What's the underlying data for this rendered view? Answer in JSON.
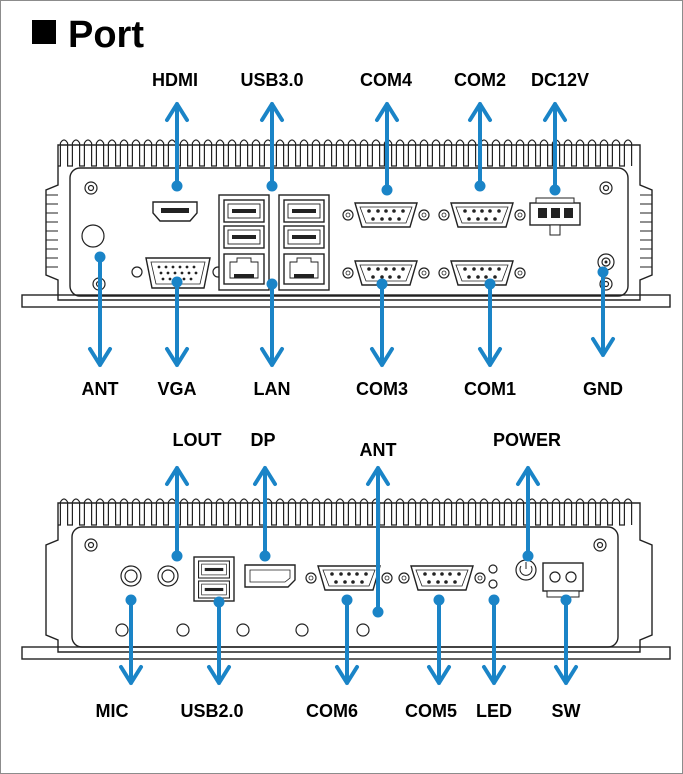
{
  "title": "Port",
  "colors": {
    "arrow": "#1a84c7",
    "outline": "#222222",
    "frame": "#8c8c8c"
  },
  "rear_panel": {
    "top_labels": [
      "HDMI",
      "USB3.0",
      "COM4",
      "COM2",
      "DC12V"
    ],
    "bottom_labels": [
      "ANT",
      "VGA",
      "LAN",
      "COM3",
      "COM1",
      "GND"
    ]
  },
  "front_panel": {
    "top_labels": [
      "LOUT",
      "DP",
      "ANT",
      "POWER"
    ],
    "bottom_labels": [
      "MIC",
      "USB2.0",
      "COM6",
      "COM5",
      "LED",
      "SW"
    ]
  }
}
